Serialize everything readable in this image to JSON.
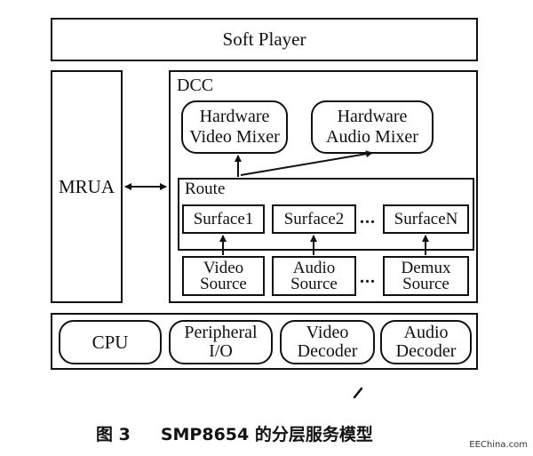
{
  "soft_player": {
    "label": "Soft Player"
  },
  "mrua": {
    "label": "MRUA"
  },
  "dcc": {
    "label": "DCC",
    "mixers": [
      {
        "line1": "Hardware",
        "line2": "Video Mixer"
      },
      {
        "line1": "Hardware",
        "line2": "Audio Mixer"
      }
    ],
    "route": {
      "label": "Route",
      "surfaces": [
        "Surface1",
        "Surface2",
        "SurfaceN"
      ],
      "ellipsis": "..."
    },
    "sources": [
      {
        "line1": "Video",
        "line2": "Source"
      },
      {
        "line1": "Audio",
        "line2": "Source"
      },
      {
        "line1": "Demux",
        "line2": "Source"
      }
    ],
    "sources_ellipsis": "..."
  },
  "hardware": {
    "blocks": [
      {
        "line1": "CPU"
      },
      {
        "line1": "Peripheral",
        "line2": "I/O"
      },
      {
        "line1": "Video",
        "line2": "Decoder"
      },
      {
        "line1": "Audio",
        "line2": "Decoder"
      }
    ]
  },
  "caption": {
    "figure": "图 3",
    "title": "SMP8654 的分层服务模型"
  },
  "watermark": "EEChina.com",
  "colors": {
    "ink": "#111111",
    "background": "#ffffff"
  }
}
